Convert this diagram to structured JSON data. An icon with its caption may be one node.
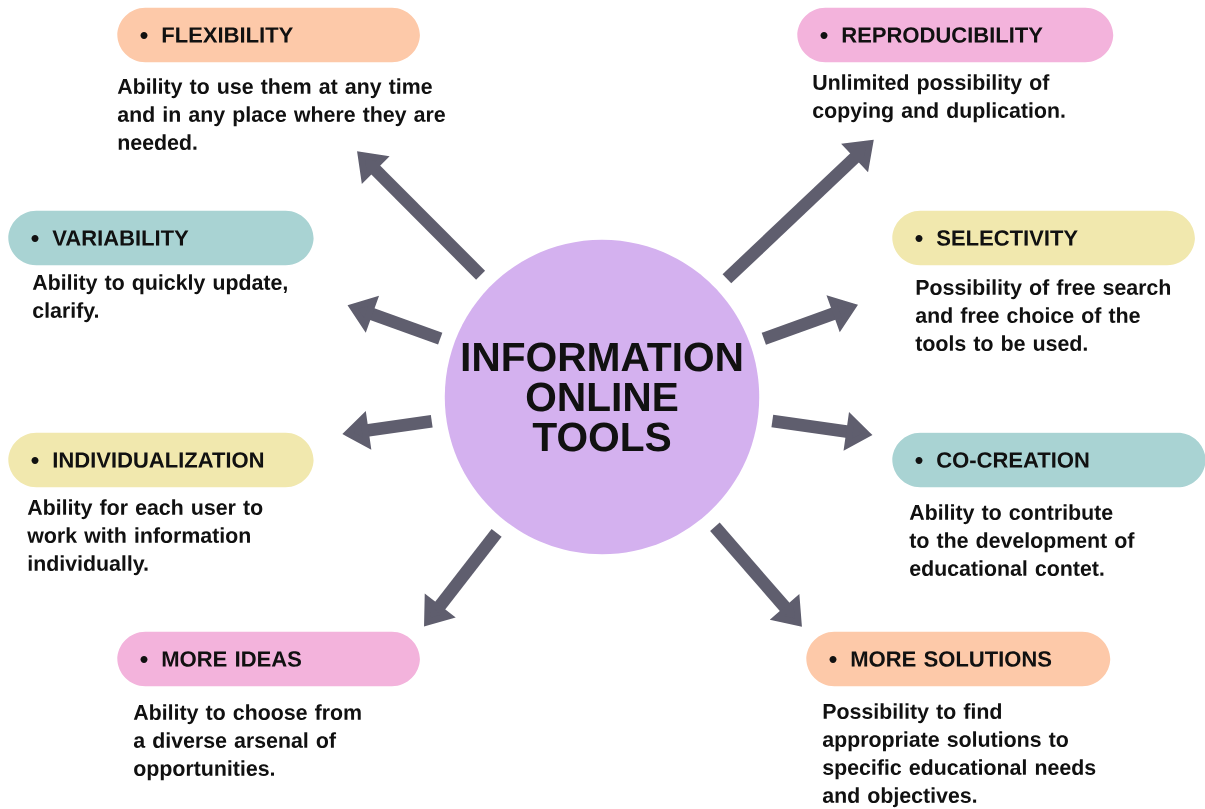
{
  "diagram": {
    "nodes": [
      {
        "text": [
          "INFORMATION ONLINE TOOLS"
        ]
      },
      {
        "text": [
          "FLEXIBILITY"
        ],
        "beside": [
          "Ability to use them at any time and in any place where they are needed."
        ]
      },
      {
        "text": [
          "REPRODUCIBILITY"
        ],
        "beside": [
          "Unlimited possibility of copying and duplication."
        ]
      },
      {
        "text": [
          "VARIABILITY"
        ],
        "beside": [
          "Ability to quickly update, clarify."
        ]
      },
      {
        "text": [
          "SELECTIVITY"
        ],
        "beside": [
          "Possibility of free search and free choice of the tools to be used."
        ]
      },
      {
        "text": [
          "INDIVIDUALIZATION"
        ],
        "beside": [
          "Ability for each user to work with information individually."
        ]
      },
      {
        "text": [
          "CO-CREATION"
        ],
        "beside": [
          "Ability to contribute to the development of educational contet."
        ]
      },
      {
        "text": [
          "MORE IDEAS"
        ],
        "beside": [
          "Ability to choose from a diverse arsenal of opportunities."
        ]
      },
      {
        "text": [
          "MORE SOLUTIONS"
        ],
        "beside": [
          "Possibility to find appropriate solutions to specific educational needs and objectives."
        ]
      }
    ],
    "edges": [
      {
        "from": 0,
        "to": 1,
        "arrow": "to"
      },
      {
        "from": 0,
        "to": 2,
        "arrow": "to"
      },
      {
        "from": 0,
        "to": 3,
        "arrow": "to"
      },
      {
        "from": 0,
        "to": 4,
        "arrow": "to"
      },
      {
        "from": 0,
        "to": 5,
        "arrow": "to"
      },
      {
        "from": 0,
        "to": 6,
        "arrow": "to"
      },
      {
        "from": 0,
        "to": 7,
        "arrow": "to"
      },
      {
        "from": 0,
        "to": 8,
        "arrow": "to"
      }
    ]
  }
}
